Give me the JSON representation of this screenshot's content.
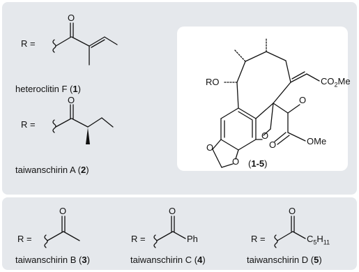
{
  "r_prefix": "R =",
  "compounds": [
    {
      "name": "heteroclitin F",
      "number": "1"
    },
    {
      "name": "taiwanschirin A",
      "number": "2"
    },
    {
      "name": "taiwanschirin B",
      "number": "3"
    },
    {
      "name": "taiwanschirin C",
      "number": "4"
    },
    {
      "name": "taiwanschirin D",
      "number": "5"
    }
  ],
  "atoms": {
    "oxygen": "O",
    "phenyl": "Ph",
    "pentyl_c": "C",
    "pentyl_c_sub": "5",
    "pentyl_h": "H",
    "pentyl_h_sub": "11",
    "ro": "RO",
    "co2me": "CO",
    "co2me_sub": "2",
    "co2me_tail": "Me",
    "ome": "OMe"
  },
  "core_label": "1-5",
  "colors": {
    "panel": "#e5e8ec",
    "ink": "#111111",
    "box": "#ffffff"
  }
}
